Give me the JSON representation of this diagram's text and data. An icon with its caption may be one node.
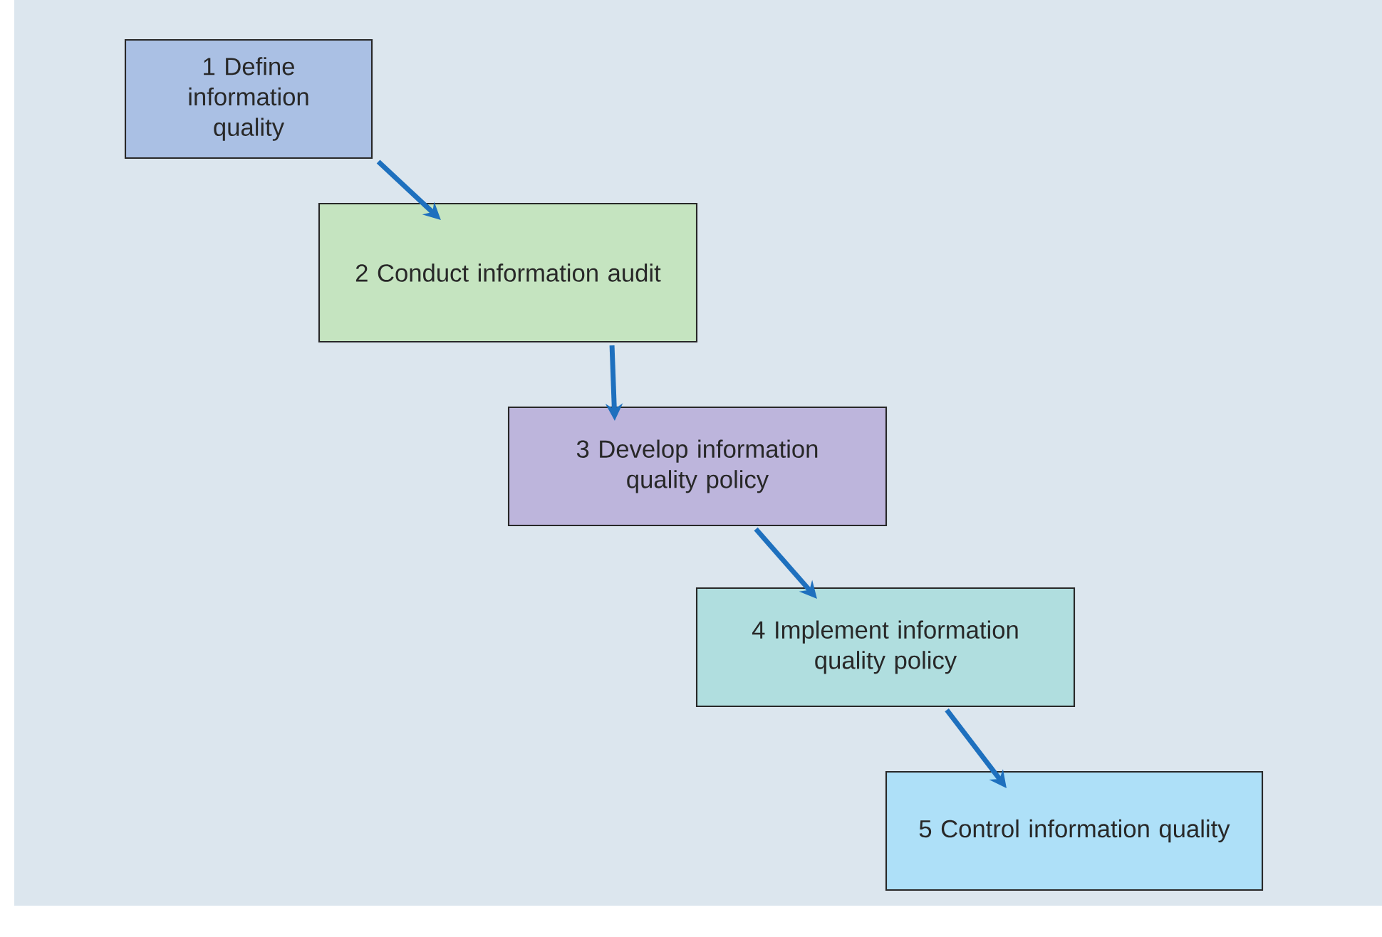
{
  "diagram": {
    "nodes": [
      {
        "text": [
          "1 Define information quality"
        ]
      },
      {
        "text": [
          "2 Conduct information audit"
        ]
      },
      {
        "text": [
          "3 Develop information quality policy"
        ]
      },
      {
        "text": [
          "4 Implement information quality policy"
        ]
      },
      {
        "text": [
          "5 Control information quality"
        ]
      }
    ],
    "edges": [
      {
        "from": 0,
        "to": 1,
        "arrow": "to"
      },
      {
        "from": 1,
        "to": 2,
        "arrow": "to"
      },
      {
        "from": 2,
        "to": 3,
        "arrow": "to"
      },
      {
        "from": 3,
        "to": 4,
        "arrow": "to"
      }
    ]
  }
}
